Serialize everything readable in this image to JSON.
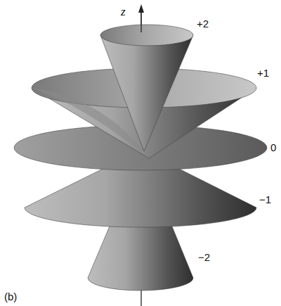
{
  "diagram": {
    "labels": [
      "z",
      "+2",
      "+1",
      "0",
      "−1",
      "−2",
      "(b)"
    ]
  }
}
